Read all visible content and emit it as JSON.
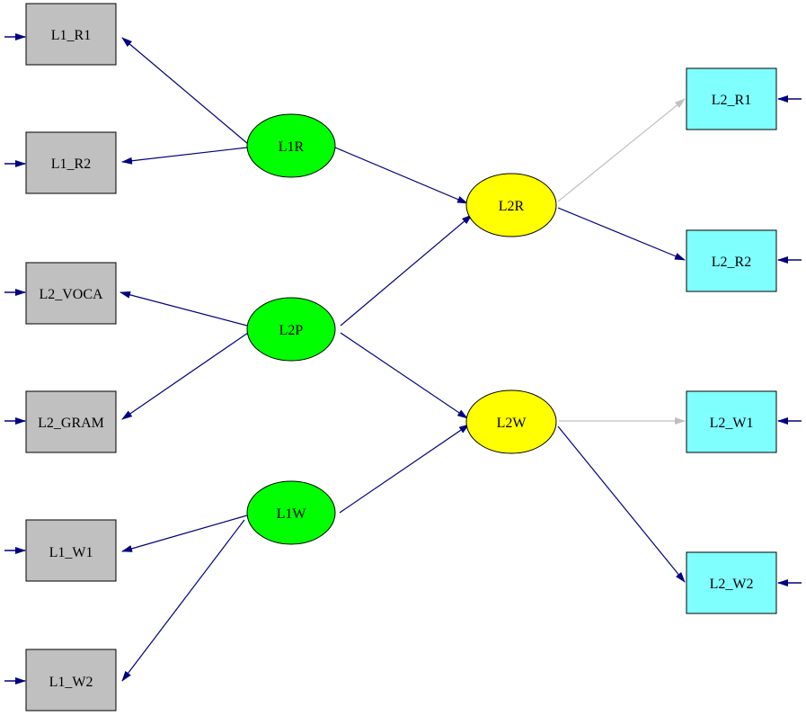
{
  "diagram": {
    "colors": {
      "observed_left": "#c0c0c0",
      "observed_right": "#80ffff",
      "latent_exogenous": "#00ff00",
      "latent_endogenous": "#ffff00",
      "path": "#000080",
      "path_faded": "#c0c0c0"
    },
    "nodes": {
      "l1_r1": "L1_R1",
      "l1_r2": "L1_R2",
      "l2_voca": "L2_VOCA",
      "l2_gram": "L2_GRAM",
      "l1_w1": "L1_W1",
      "l1_w2": "L1_W2",
      "l1r": "L1R",
      "l2p": "L2P",
      "l1w": "L1W",
      "l2r": "L2R",
      "l2w": "L2W",
      "l2_r1": "L2_R1",
      "l2_r2": "L2_R2",
      "l2_w1": "L2_W1",
      "l2_w2": "L2_W2"
    }
  }
}
